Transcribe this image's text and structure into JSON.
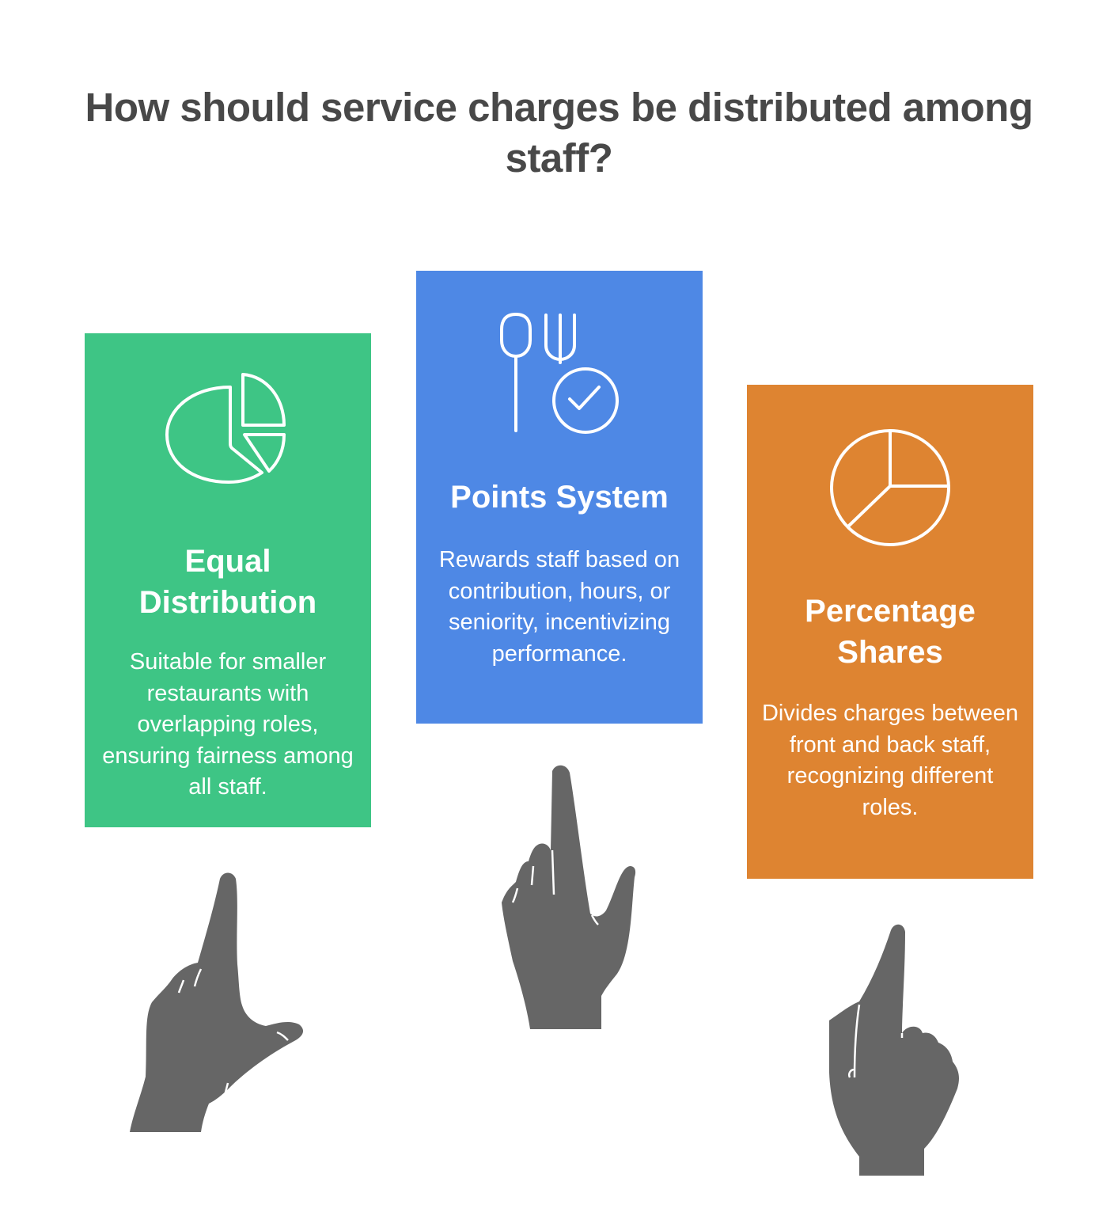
{
  "title": "How should service charges be distributed among staff?",
  "colors": {
    "title_text": "#484848",
    "equal": "#3ec585",
    "points": "#4e88e5",
    "percentage": "#de8431",
    "hand": "#666666",
    "card_text": "#ffffff"
  },
  "options": [
    {
      "id": "equal",
      "icon": "pie-chart-exploded-icon",
      "heading_lines": [
        "Equal",
        "Distribution"
      ],
      "description": "Suitable for smaller restaurants with overlapping roles, ensuring fairness among all staff.",
      "pointer": "pointing-hand-icon"
    },
    {
      "id": "points",
      "icon": "cutlery-check-icon",
      "heading_lines": [
        "Points System"
      ],
      "description": "Rewards staff based on contribution, hours, or seniority, incentivizing performance.",
      "pointer": "pointing-hand-icon"
    },
    {
      "id": "percentage",
      "icon": "pie-chart-icon",
      "heading_lines": [
        "Percentage",
        "Shares"
      ],
      "description": "Divides charges between front and back staff, recognizing different roles.",
      "pointer": "pointing-hand-icon"
    }
  ]
}
